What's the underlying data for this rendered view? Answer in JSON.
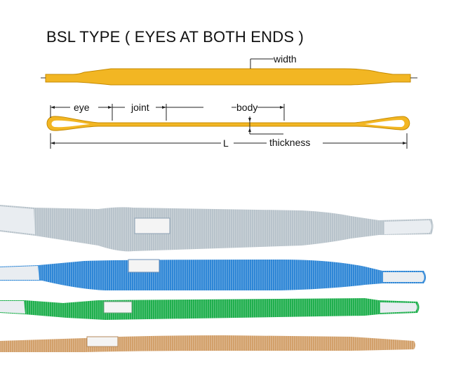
{
  "title": "BSL TYPE ( EYES AT BOTH ENDS )",
  "labels": {
    "width": "width",
    "eye": "eye",
    "joint": "joint",
    "body": "body",
    "L": "L",
    "thickness": "thickness"
  },
  "colors": {
    "diagram_sling": "#F2B623",
    "diagram_outline": "#C58A00",
    "sling_gray": "#B8C3CB",
    "sling_blue": "#2E86D6",
    "sling_green": "#1FAF4D",
    "sling_tan": "#D2A06A",
    "eye_end": "#E9EDF1"
  }
}
